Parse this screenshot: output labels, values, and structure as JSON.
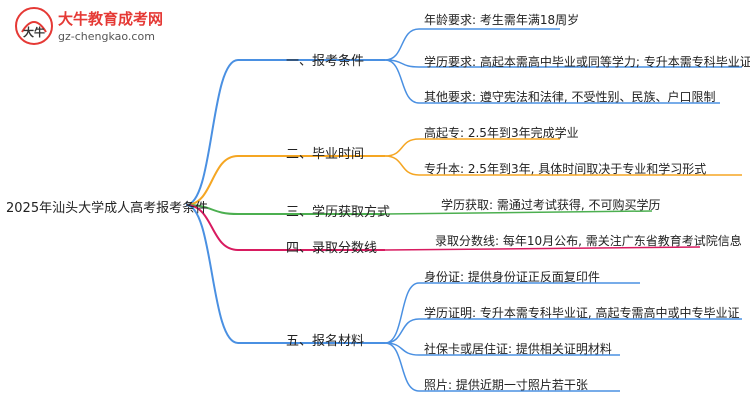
{
  "logo": {
    "title": "大牛教育成考网",
    "url": "gz-chengkao.com",
    "mark_text": "大牛"
  },
  "mindmap": {
    "root": "2025年汕头大学成人高考报考条件",
    "branches": [
      {
        "label": "一、报考条件",
        "color": "#4a90e2",
        "leaves": [
          "年龄要求: 考生需年满18周岁",
          "学历要求: 高起本需高中毕业或同等学力; 专升本需专科毕业证书",
          "其他要求: 遵守宪法和法律, 不受性别、民族、户口限制"
        ]
      },
      {
        "label": "二、毕业时间",
        "color": "#f5a623",
        "leaves": [
          "高起专: 2.5年到3年完成学业",
          "专升本: 2.5年到3年, 具体时间取决于专业和学习形式"
        ]
      },
      {
        "label": "三、学历获取方式",
        "color": "#4caf50",
        "leaves": [
          "学历获取: 需通过考试获得, 不可购买学历"
        ]
      },
      {
        "label": "四、录取分数线",
        "color": "#d81b60",
        "leaves": [
          "录取分数线: 每年10月公布, 需关注广东省教育考试院信息"
        ]
      },
      {
        "label": "五、报名材料",
        "color": "#4a90e2",
        "leaves": [
          "身份证: 提供身份证正反面复印件",
          "学历证明: 专升本需专科毕业证, 高起专需高中或中专毕业证",
          "社保卡或居住证: 提供相关证明材料",
          "照片: 提供近期一寸照片若干张"
        ]
      }
    ]
  }
}
